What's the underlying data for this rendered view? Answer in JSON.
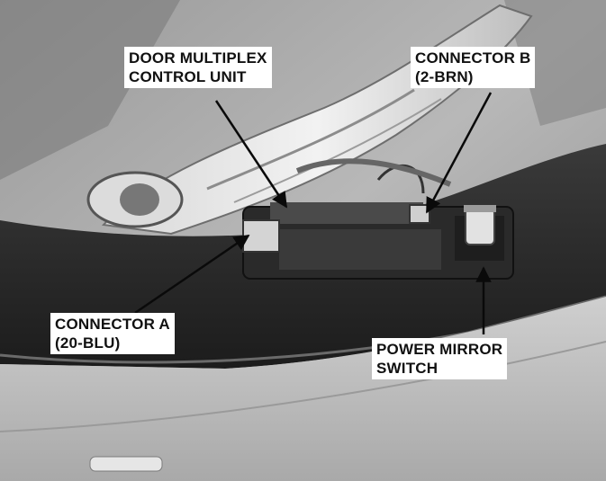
{
  "figure": {
    "callouts": {
      "door_multiplex": {
        "line1": "DOOR MULTIPLEX",
        "line2": "CONTROL UNIT"
      },
      "connector_b": {
        "line1": "CONNECTOR B",
        "line2": "(2-BRN)"
      },
      "connector_a": {
        "line1": "CONNECTOR A",
        "line2": "(20-BLU)"
      },
      "power_mirror": {
        "line1": "POWER MIRROR",
        "line2": "SWITCH"
      }
    }
  }
}
